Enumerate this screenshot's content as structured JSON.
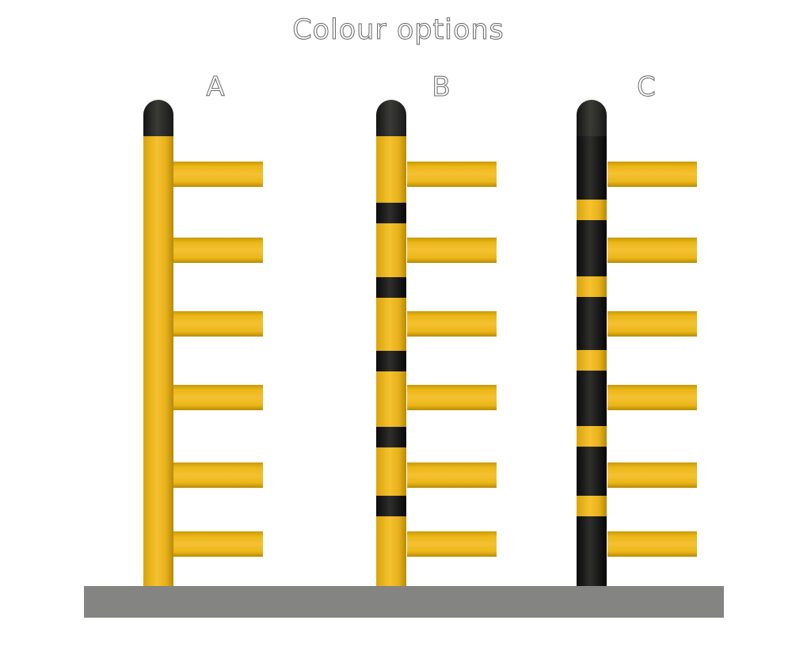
{
  "title": "Colour options",
  "options": [
    {
      "label": "A",
      "post_colour": "yellow",
      "stripe_colour": "none"
    },
    {
      "label": "B",
      "post_colour": "yellow",
      "stripe_colour": "black"
    },
    {
      "label": "C",
      "post_colour": "black",
      "stripe_colour": "yellow"
    }
  ],
  "colors": {
    "yellow": "#f4c133",
    "black": "#1a1a1a",
    "ground": "#848483",
    "cap": "#2a2a28"
  }
}
